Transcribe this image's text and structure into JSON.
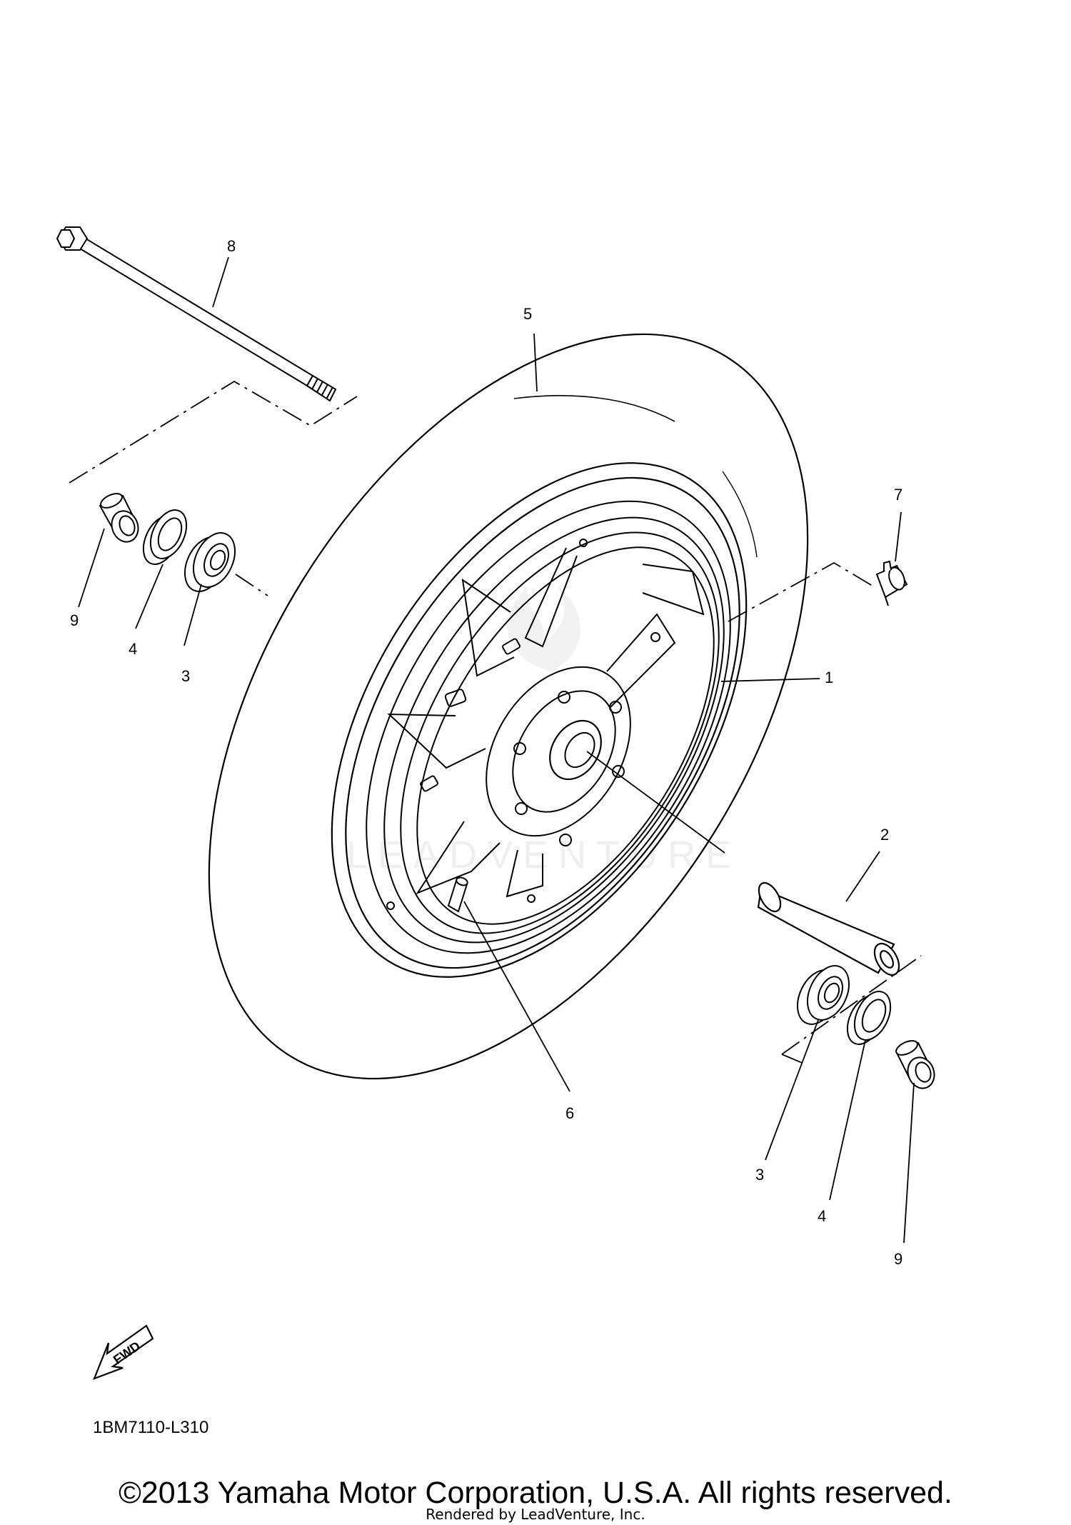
{
  "parts": [
    {
      "number": "1"
    },
    {
      "number": "2"
    },
    {
      "number": "3"
    },
    {
      "number": "3"
    },
    {
      "number": "4"
    },
    {
      "number": "4"
    },
    {
      "number": "5"
    },
    {
      "number": "6"
    },
    {
      "number": "7"
    },
    {
      "number": "8"
    },
    {
      "number": "9"
    },
    {
      "number": "9"
    }
  ],
  "fwd_label": "FWD",
  "drawing_code": "1BM7110-L310",
  "copyright": "©2013 Yamaha Motor Corporation, U.S.A. All rights reserved.",
  "rendered_by": "Rendered by LeadVenture, Inc.",
  "watermark": "LEADVENTURE"
}
